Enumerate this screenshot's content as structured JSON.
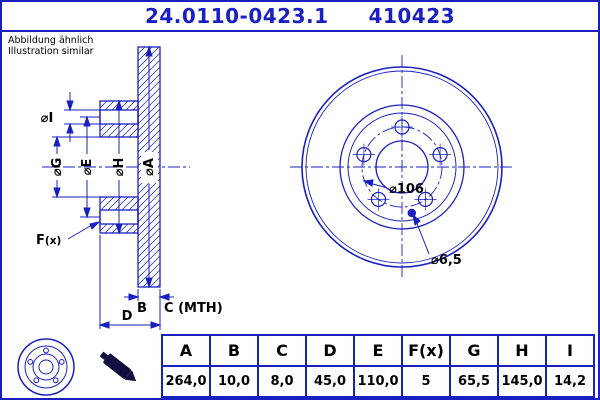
{
  "colors": {
    "blue": "#1a20c0",
    "black": "#000000",
    "tool": "#101040"
  },
  "header": {
    "part_number": "24.0110-0423.1",
    "compare_number": "410423",
    "note_de": "Abbildung ähnlich",
    "note_en": "Illustration similar"
  },
  "drawing": {
    "section_labels": {
      "dia_i": "⌀I",
      "dia_g": "⌀G",
      "dia_e": "⌀E",
      "dia_h": "⌀H",
      "dia_a": "⌀A",
      "f": "F",
      "f_count": "(x)",
      "b": "B",
      "c_mth": "C (MTH)",
      "d": "D"
    },
    "front_labels": {
      "bolt_circle": "⌀106",
      "pin_hole": "⌀6,5"
    }
  },
  "table": {
    "columns": [
      "A",
      "B",
      "C",
      "D",
      "E",
      "F(x)",
      "G",
      "H",
      "I"
    ],
    "values": [
      "264,0",
      "10,0",
      "8,0",
      "45,0",
      "110,0",
      "5",
      "65,5",
      "145,0",
      "14,2"
    ]
  }
}
